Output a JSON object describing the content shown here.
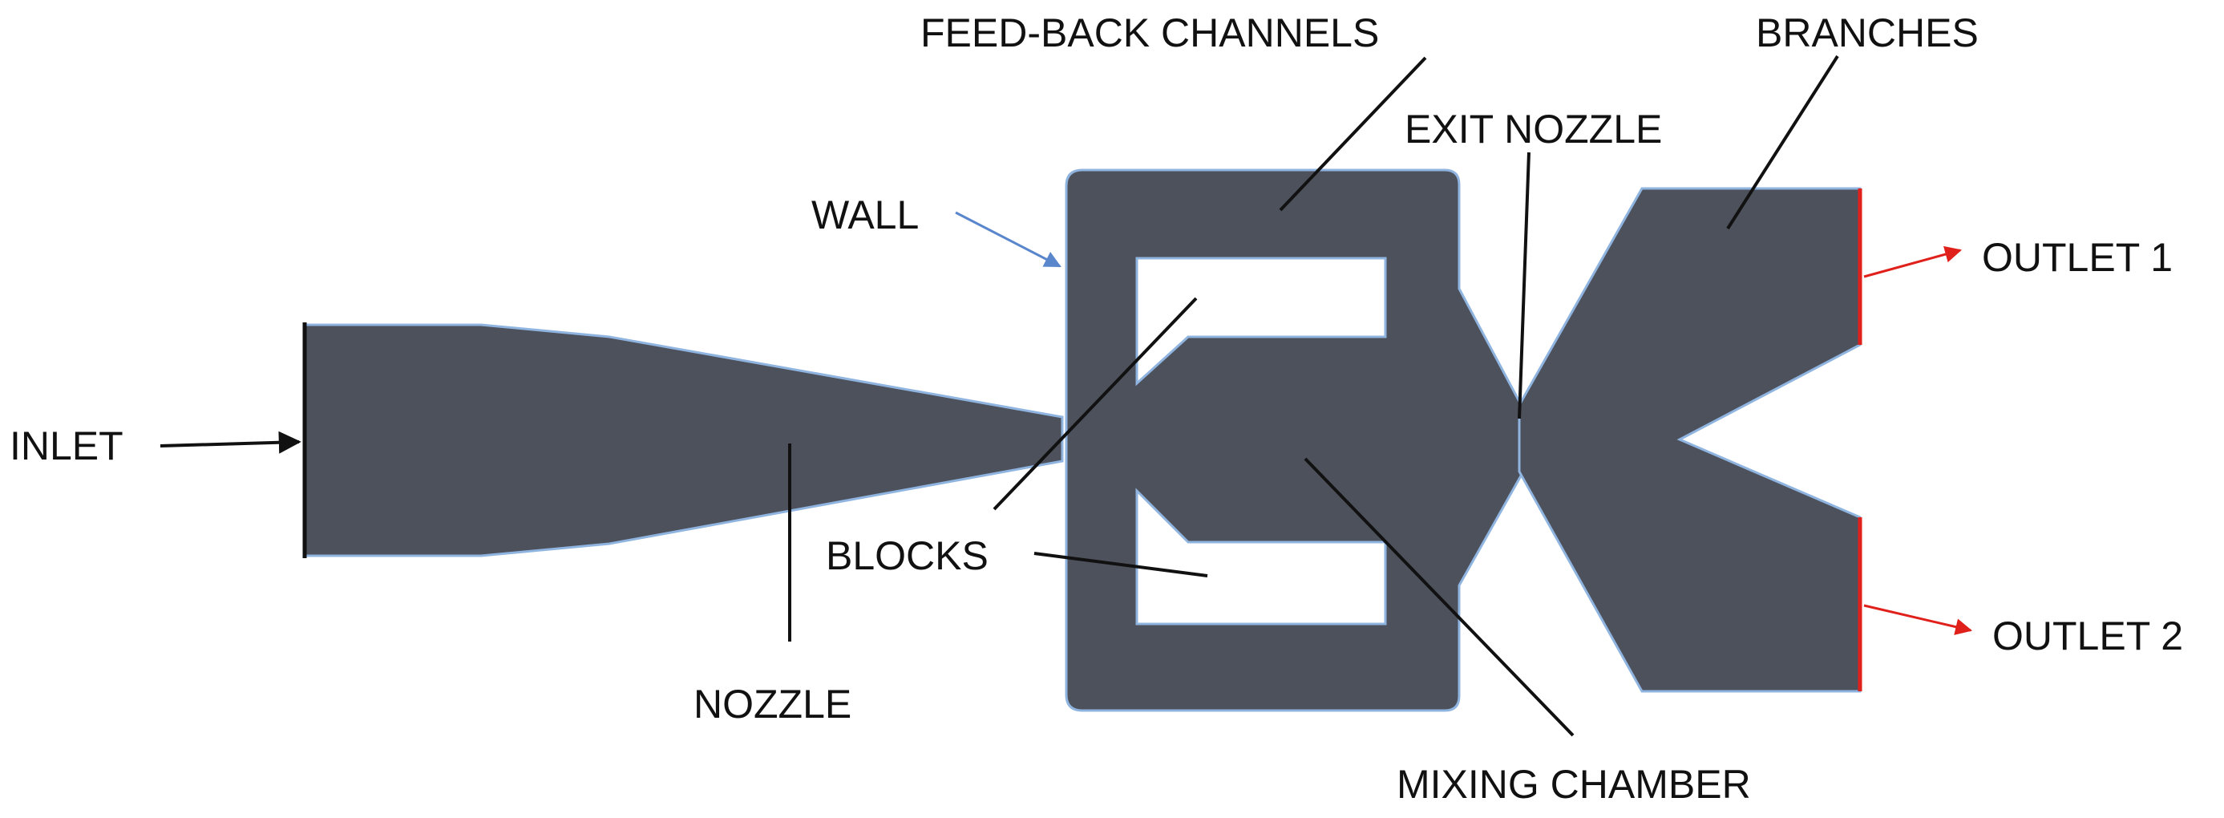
{
  "labels": {
    "inlet": "INLET",
    "nozzle": "NOZZLE",
    "wall": "WALL",
    "feedback": "FEED-BACK CHANNELS",
    "blocks": "BLOCKS",
    "exit_nozzle": "EXIT NOZZLE",
    "mixing_chamber": "MIXING CHAMBER",
    "branches": "BRANCHES",
    "outlet1": "OUTLET 1",
    "outlet2": "OUTLET 2"
  },
  "colors": {
    "fluid": "#4d515c",
    "edge": "#8fb4e0",
    "outlet": "#e0201b",
    "leader": "#111111",
    "wall_arrow": "#5a86cc"
  }
}
